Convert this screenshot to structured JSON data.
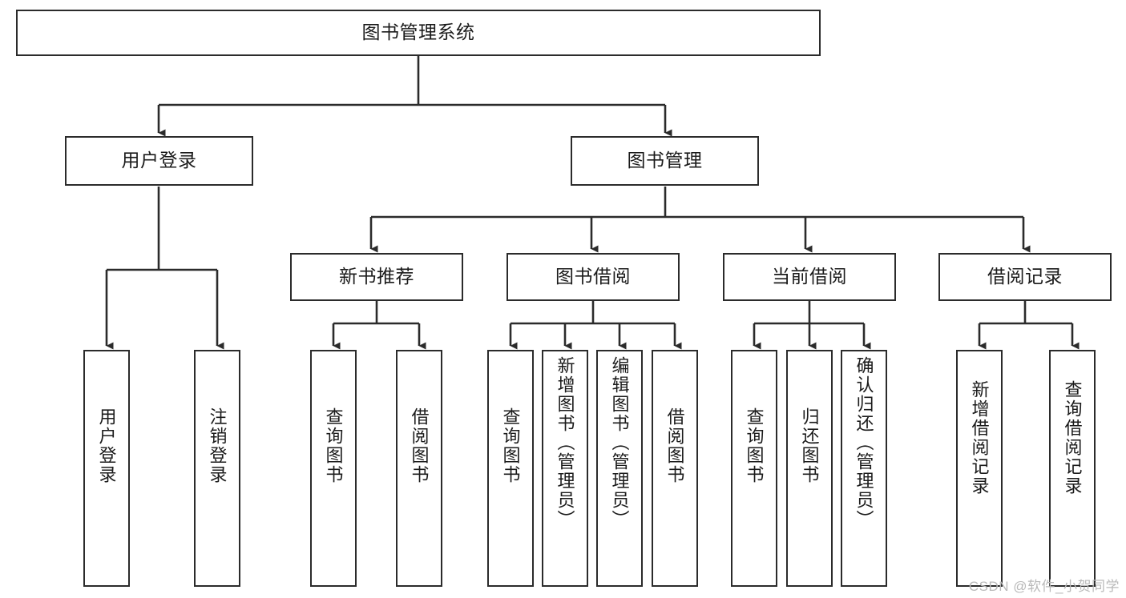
{
  "diagram": {
    "title": "图书管理系统",
    "type": "tree",
    "orientation": "top-down",
    "line_color": "#2b2b2b",
    "box_fill": "#ffffff",
    "text_color": "#1b1b1b",
    "levels": 4
  },
  "nodes": {
    "root": {
      "label": "图书管理系统"
    },
    "level2": [
      {
        "label": "用户登录"
      },
      {
        "label": "图书管理"
      }
    ],
    "level3": [
      {
        "label": "新书推荐"
      },
      {
        "label": "图书借阅"
      },
      {
        "label": "当前借阅"
      },
      {
        "label": "借阅记录"
      }
    ],
    "leaves_user_login": [
      {
        "label": "用户登录"
      },
      {
        "label": "注销登录"
      }
    ],
    "leaves_new_book": [
      {
        "label": "查询图书"
      },
      {
        "label": "借阅图书"
      }
    ],
    "leaves_borrow": [
      {
        "label": "查询图书"
      },
      {
        "label": "新增图书（管理员）"
      },
      {
        "label": "编辑图书（管理员）"
      },
      {
        "label": "借阅图书"
      }
    ],
    "leaves_current": [
      {
        "label": "查询图书"
      },
      {
        "label": "归还图书"
      },
      {
        "label": "确认归还（管理员）"
      }
    ],
    "leaves_records": [
      {
        "label": "新增借阅记录"
      },
      {
        "label": "查询借阅记录"
      }
    ]
  },
  "watermark": {
    "text": "CSDN @软件_小贺同学",
    "color": "#b9b9b9"
  }
}
